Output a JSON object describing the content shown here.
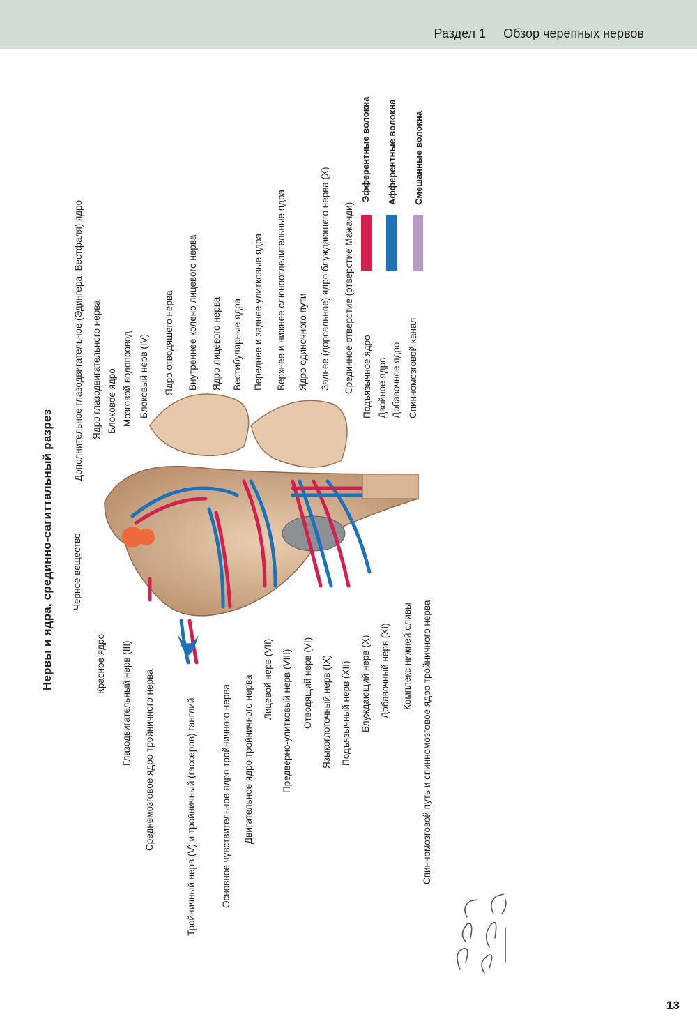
{
  "header": {
    "section": "Раздел 1",
    "title": "Обзор черепных нервов"
  },
  "figure_title": "Нервы и ядра, срединно-сагиттальный разрез",
  "labels_left": [
    "Черное вещество",
    "Красное ядро",
    "Глазодвигательный нерв (III)",
    "Среднемозговое ядро тройничного нерва",
    "Тройничный нерв (V) и тройничный (гассеров) ганглий",
    "Основное чувствительное ядро тройничного нерва",
    "Двигательное ядро тройничного нерва",
    "Лицевой нерв (VII)",
    "Предверно-улитковый нерв (VIII)",
    "Отводящий нерв (VI)",
    "Языкоглоточный нерв (IX)",
    "Подъязычный нерв (XII)",
    "Блуждающий нерв (X)",
    "Добавочный нерв (XI)",
    "Комплекс нижней оливы",
    "Спинномозговой путь и спинномозговое ядро тройничного нерва"
  ],
  "labels_right": [
    "Дополнительное глазодвигательное (Эдингера–Вестфаля) ядро",
    "Ядро глазодвигательного нерва",
    "Блоковое ядро",
    "Мозговой водопровод",
    "Блоковый нерв (IV)",
    "Ядро отводящего нерва",
    "Внутреннее колено лицевого нерва",
    "Ядро лицевого нерва",
    "Вестибулярные ядра",
    "Переднее и заднее улитковые ядра",
    "Верхнее и нижнее слюноотделительные ядра",
    "Ядро одиночного пути",
    "Заднее (дорсальное) ядро блуждающего нерва (X)",
    "Срединное отверстие (отверстие Мажанди)",
    "Подъязычное ядро",
    "Двойное ядро",
    "Добавочное ядро",
    "Спинномозговой канал"
  ],
  "legend": [
    {
      "label": "Эфферентные волокна",
      "color": "#d1214f"
    },
    {
      "label": "Афферентные волокна",
      "color": "#1f72b8"
    },
    {
      "label": "Смешанные волокна",
      "color": "#b89ac6"
    }
  ],
  "page_number": "13"
}
